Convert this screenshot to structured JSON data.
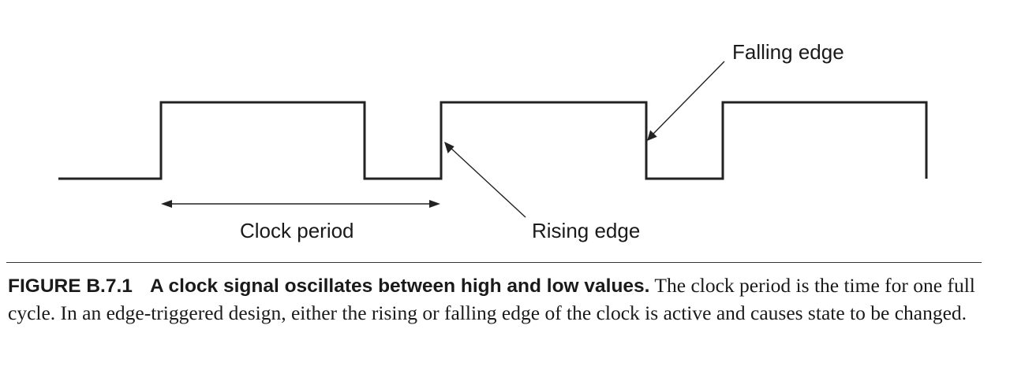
{
  "diagram": {
    "labels": {
      "falling_edge": "Falling edge",
      "rising_edge": "Rising edge",
      "clock_period": "Clock period"
    },
    "stroke_color": "#222222"
  },
  "caption": {
    "figure_label": "FIGURE B.7.1",
    "title": "A clock signal oscillates between high and low values.",
    "body": "The clock period is the time for one full cycle. In an edge-triggered design, either the rising or falling edge of the clock is active and causes state to be changed."
  }
}
